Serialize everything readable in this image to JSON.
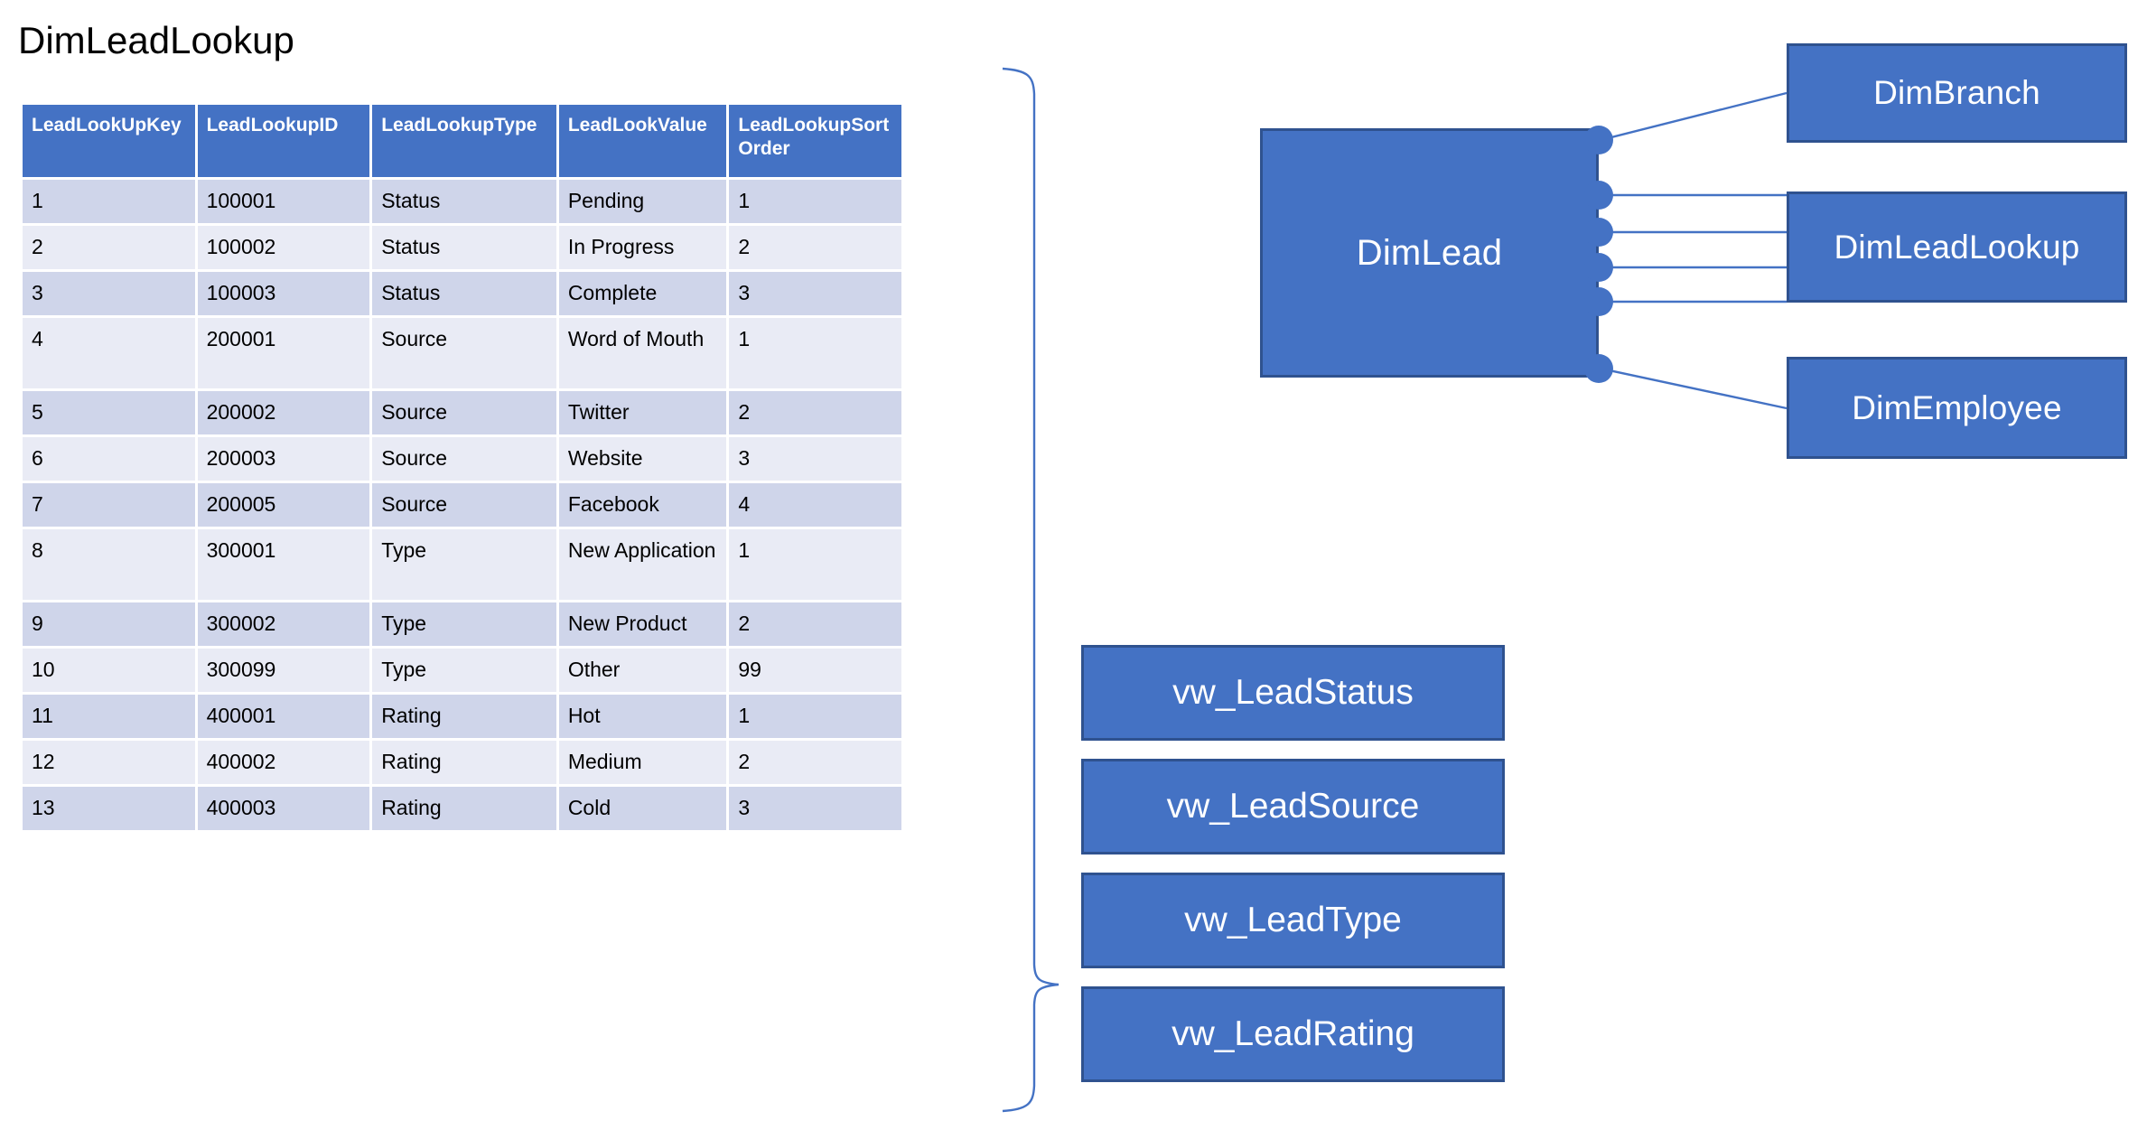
{
  "page": {
    "title": "DimLeadLookup",
    "accent_color": "#4472C4",
    "accent_border_color": "#2F528F",
    "band_dark_color": "#CFD5EA",
    "band_light_color": "#E9EBF5",
    "connector_line_color": "#4472C4"
  },
  "table": {
    "name": "DimLeadLookup",
    "columns": [
      "LeadLookUpKey",
      "LeadLookupID",
      "LeadLookupType",
      "LeadLookValue",
      "LeadLookupSortOrder"
    ],
    "rows": [
      [
        "1",
        "100001",
        "Status",
        "Pending",
        "1"
      ],
      [
        "2",
        "100002",
        "Status",
        "In Progress",
        "2"
      ],
      [
        "3",
        "100003",
        "Status",
        "Complete",
        "3"
      ],
      [
        "4",
        "200001",
        "Source",
        "Word of Mouth",
        "1"
      ],
      [
        "5",
        "200002",
        "Source",
        "Twitter",
        "2"
      ],
      [
        "6",
        "200003",
        "Source",
        "Website",
        "3"
      ],
      [
        "7",
        "200005",
        "Source",
        "Facebook",
        "4"
      ],
      [
        "8",
        "300001",
        "Type",
        "New Application",
        "1"
      ],
      [
        "9",
        "300002",
        "Type",
        "New Product",
        "2"
      ],
      [
        "10",
        "300099",
        "Type",
        "Other",
        "99"
      ],
      [
        "11",
        "400001",
        "Rating",
        "Hot",
        "1"
      ],
      [
        "12",
        "400002",
        "Rating",
        "Medium",
        "2"
      ],
      [
        "13",
        "400003",
        "Rating",
        "Cold",
        "3"
      ]
    ]
  },
  "diagram": {
    "main_entity": {
      "label": "DimLead"
    },
    "related_entities": [
      {
        "label": "DimBranch"
      },
      {
        "label": "DimLeadLookup"
      },
      {
        "label": "DimEmployee"
      }
    ],
    "views": [
      {
        "label": "vw_LeadStatus"
      },
      {
        "label": "vw_LeadSource"
      },
      {
        "label": "vw_LeadType"
      },
      {
        "label": "vw_LeadRating"
      }
    ]
  }
}
